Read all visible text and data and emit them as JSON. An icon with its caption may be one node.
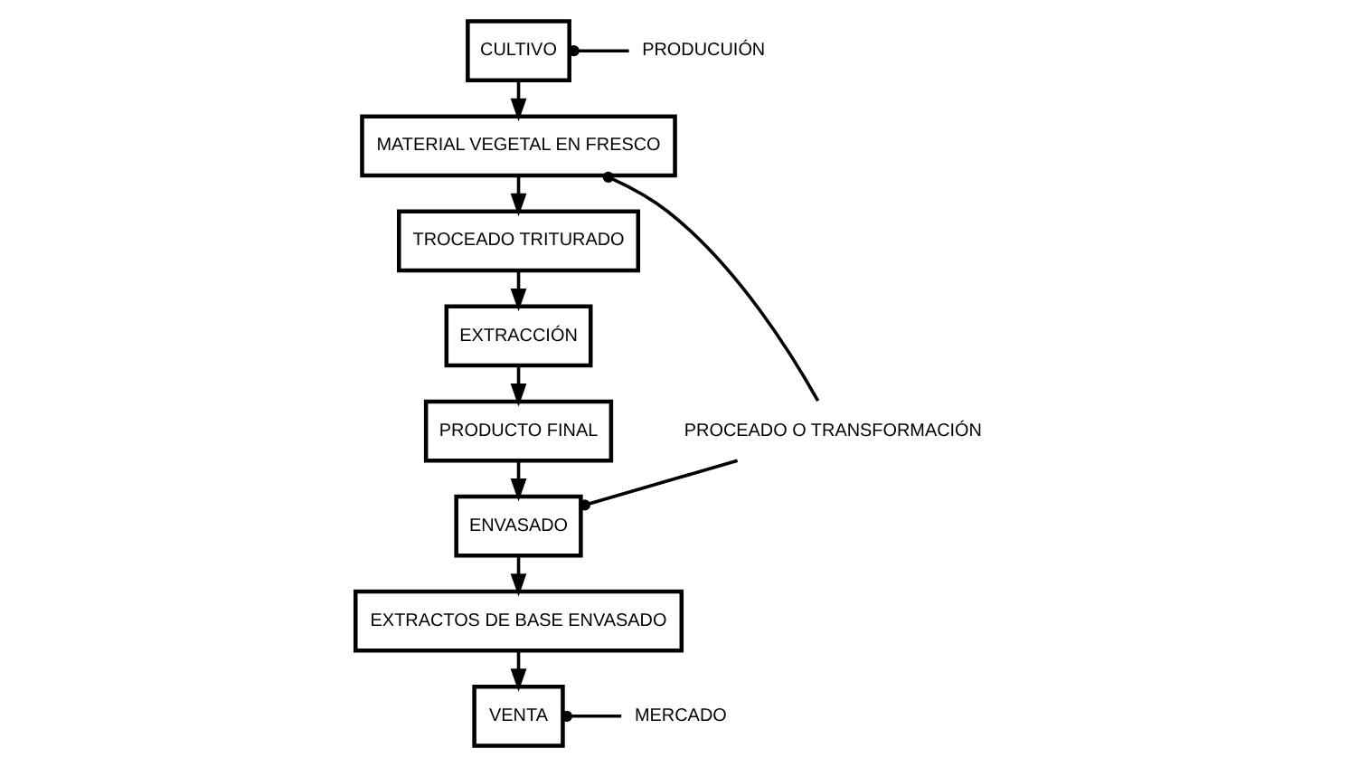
{
  "diagram": {
    "nodes": [
      {
        "text": [
          "CULTIVO"
        ]
      },
      {
        "text": [
          "MATERIAL VEGETAL EN FRESCO"
        ]
      },
      {
        "text": [
          "TROCEADO TRITURADO"
        ]
      },
      {
        "text": [
          "EXTRACCIÓN"
        ]
      },
      {
        "text": [
          "PRODUCTO FINAL"
        ]
      },
      {
        "text": [
          "ENVASADO"
        ]
      },
      {
        "text": [
          "EXTRACTOS DE BASE ENVASADO"
        ]
      },
      {
        "text": [
          "VENTA"
        ]
      },
      {
        "text": [
          "PRODUCUIÓN"
        ]
      },
      {
        "text": [
          "PROCEADO O TRANSFORMACIÓN"
        ]
      },
      {
        "text": [
          "MERCADO"
        ]
      }
    ],
    "edges": [
      {
        "from": 0,
        "to": 1,
        "arrow": "to"
      },
      {
        "from": 1,
        "to": 2,
        "arrow": "to"
      },
      {
        "from": 2,
        "to": 3,
        "arrow": "to"
      },
      {
        "from": 3,
        "to": 4,
        "arrow": "to"
      },
      {
        "from": 4,
        "to": 5,
        "arrow": "to"
      },
      {
        "from": 5,
        "to": 6,
        "arrow": "to"
      },
      {
        "from": 6,
        "to": 7,
        "arrow": "to"
      },
      {
        "from": 0,
        "to": 8,
        "arrow": "other"
      },
      {
        "from": 1,
        "to": 9,
        "arrow": "other"
      },
      {
        "from": 5,
        "to": 9,
        "arrow": "other"
      },
      {
        "from": 7,
        "to": 10,
        "arrow": "other"
      }
    ]
  }
}
